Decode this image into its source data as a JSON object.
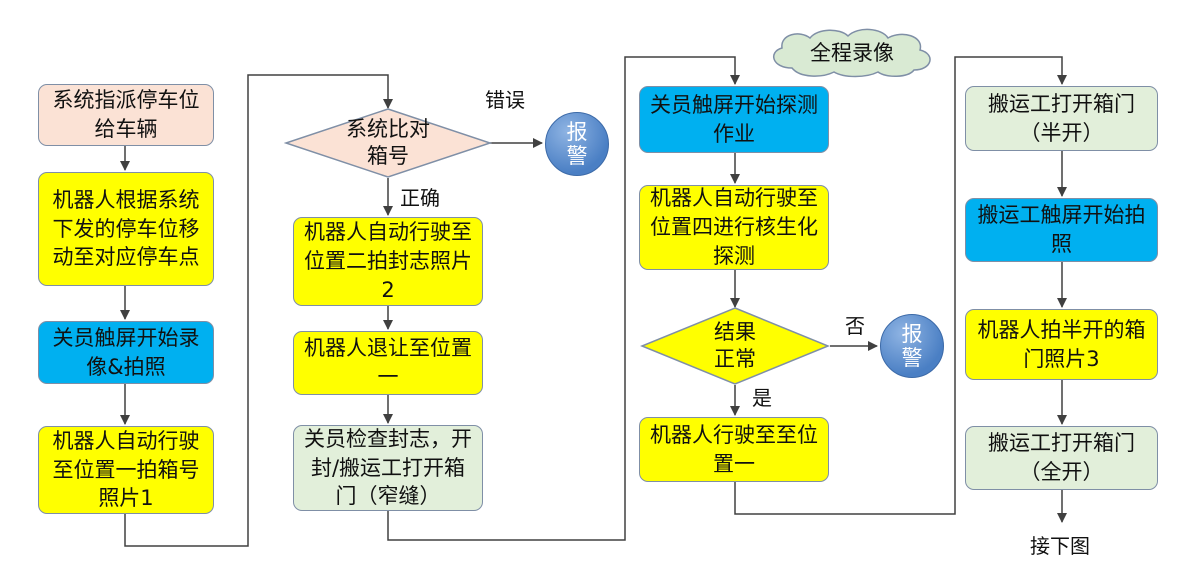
{
  "colors": {
    "peach": "#fbe2d5",
    "yellow": "#ffff00",
    "blue": "#00b0f0",
    "green": "#e2efda",
    "alarm": "#4a7fc4",
    "cloud": "#d9ead3",
    "line": "#404040"
  },
  "col1": {
    "step1": "系统指派停车位给车辆",
    "step2": "机器人根据系统下发的停车位移动至对应停车点",
    "step3": "关员触屏开始录像&拍照",
    "step4": "机器人自动行驶至位置一拍箱号照片1"
  },
  "col2": {
    "decision": "系统比对箱号",
    "error_label": "错误",
    "alarm": "报警",
    "correct_label": "正确",
    "step1": "机器人自动行驶至位置二拍封志照片2",
    "step2": "机器人退让至位置一",
    "step3": "关员检查封志，开封/搬运工打开箱门（窄缝）"
  },
  "col3": {
    "cloud": "全程录像",
    "step1": "关员触屏开始探测作业",
    "step2": "机器人自动行驶至位置四进行核生化探测",
    "decision": "结果正常",
    "no_label": "否",
    "alarm": "报警",
    "yes_label": "是",
    "step3": "机器人行驶至至位置一"
  },
  "col4": {
    "step1": "搬运工打开箱门（半开）",
    "step2": "搬运工触屏开始拍照",
    "step3": "机器人拍半开的箱门照片3",
    "step4": "搬运工打开箱门（全开）",
    "next": "接下图"
  }
}
